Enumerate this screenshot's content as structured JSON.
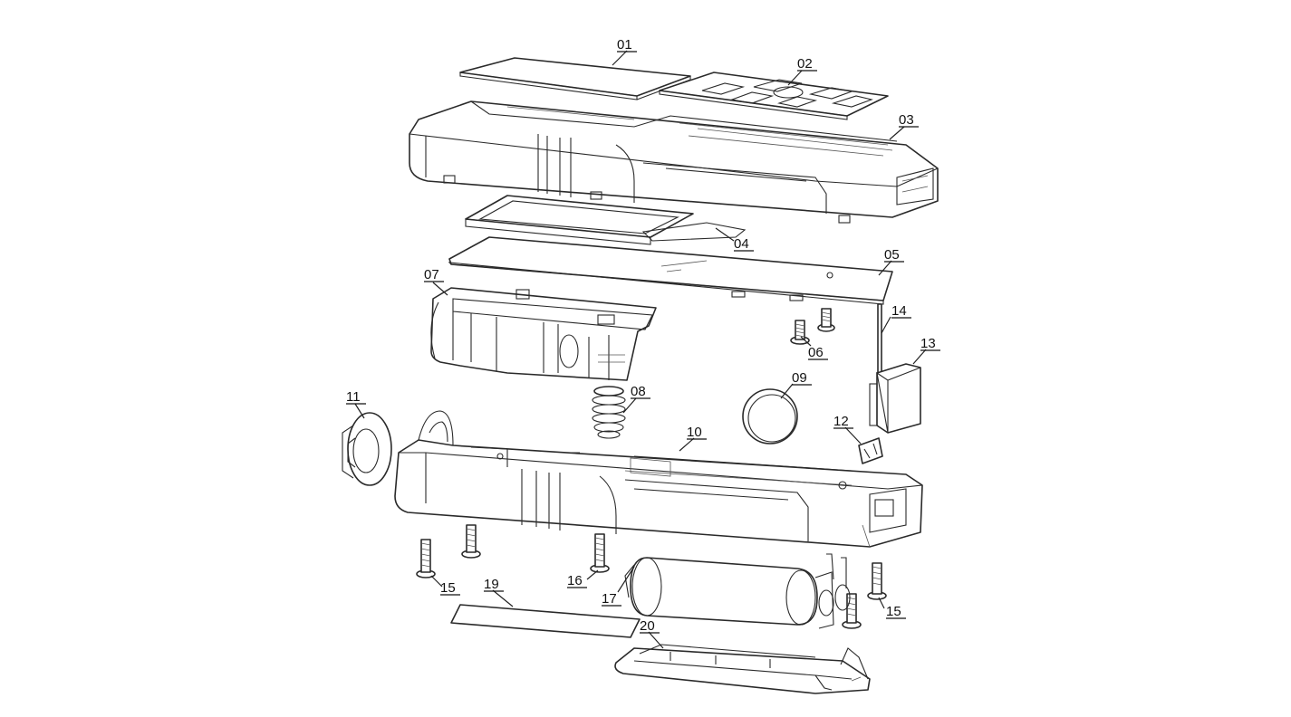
{
  "callouts": [
    {
      "id": "01",
      "label": "01"
    },
    {
      "id": "02",
      "label": "02"
    },
    {
      "id": "03",
      "label": "03"
    },
    {
      "id": "04",
      "label": "04"
    },
    {
      "id": "05",
      "label": "05"
    },
    {
      "id": "06",
      "label": "06"
    },
    {
      "id": "07",
      "label": "07"
    },
    {
      "id": "08",
      "label": "08"
    },
    {
      "id": "09",
      "label": "09"
    },
    {
      "id": "10",
      "label": "10"
    },
    {
      "id": "11",
      "label": "11"
    },
    {
      "id": "12",
      "label": "12"
    },
    {
      "id": "13",
      "label": "13"
    },
    {
      "id": "14",
      "label": "14"
    },
    {
      "id": "15a",
      "label": "15"
    },
    {
      "id": "15b",
      "label": "15"
    },
    {
      "id": "16",
      "label": "16"
    },
    {
      "id": "17",
      "label": "17"
    },
    {
      "id": "19",
      "label": "19"
    },
    {
      "id": "20",
      "label": "20"
    }
  ]
}
